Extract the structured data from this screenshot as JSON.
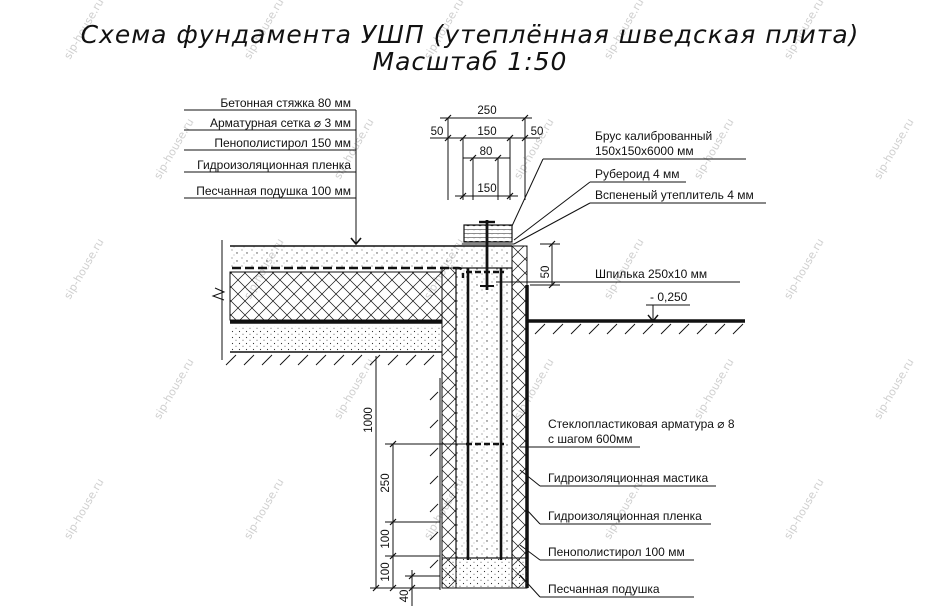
{
  "title": {
    "line1": "Схема фундамента УШП (утеплённая шведская плита)",
    "line2": "Масштаб 1:50"
  },
  "watermark": "sip-house.ru",
  "left_labels": [
    "Бетонная стяжка 80 мм",
    "Арматурная сетка ⌀ 3 мм",
    "Пенополистирол 150 мм",
    "Гидроизоляционная пленка",
    "Песчанная подушка 100 мм"
  ],
  "right_labels_top": [
    "Брус калиброванный",
    "150х150х6000 мм",
    "Рубероид 4 мм",
    "Вспененый утеплитель 4 мм",
    "Шпилька 250х10 мм",
    "- 0,250"
  ],
  "right_labels_bottom": [
    "Стеклопластиковая арматура ⌀ 8",
    "с шагом 600мм",
    "Гидроизоляционная мастика",
    "Гидроизоляционная пленка",
    "Пенополистирол 100 мм",
    "Песчанная подушка"
  ],
  "dimensions": {
    "top_total": "250",
    "top_left": "50",
    "top_mid": "150",
    "top_right": "50",
    "top_inner": "80",
    "top_beam": "150",
    "side_50": "50",
    "depth_1000": "1000",
    "depth_250": "250",
    "depth_100_a": "100",
    "depth_100_b": "100",
    "depth_40": "40"
  }
}
